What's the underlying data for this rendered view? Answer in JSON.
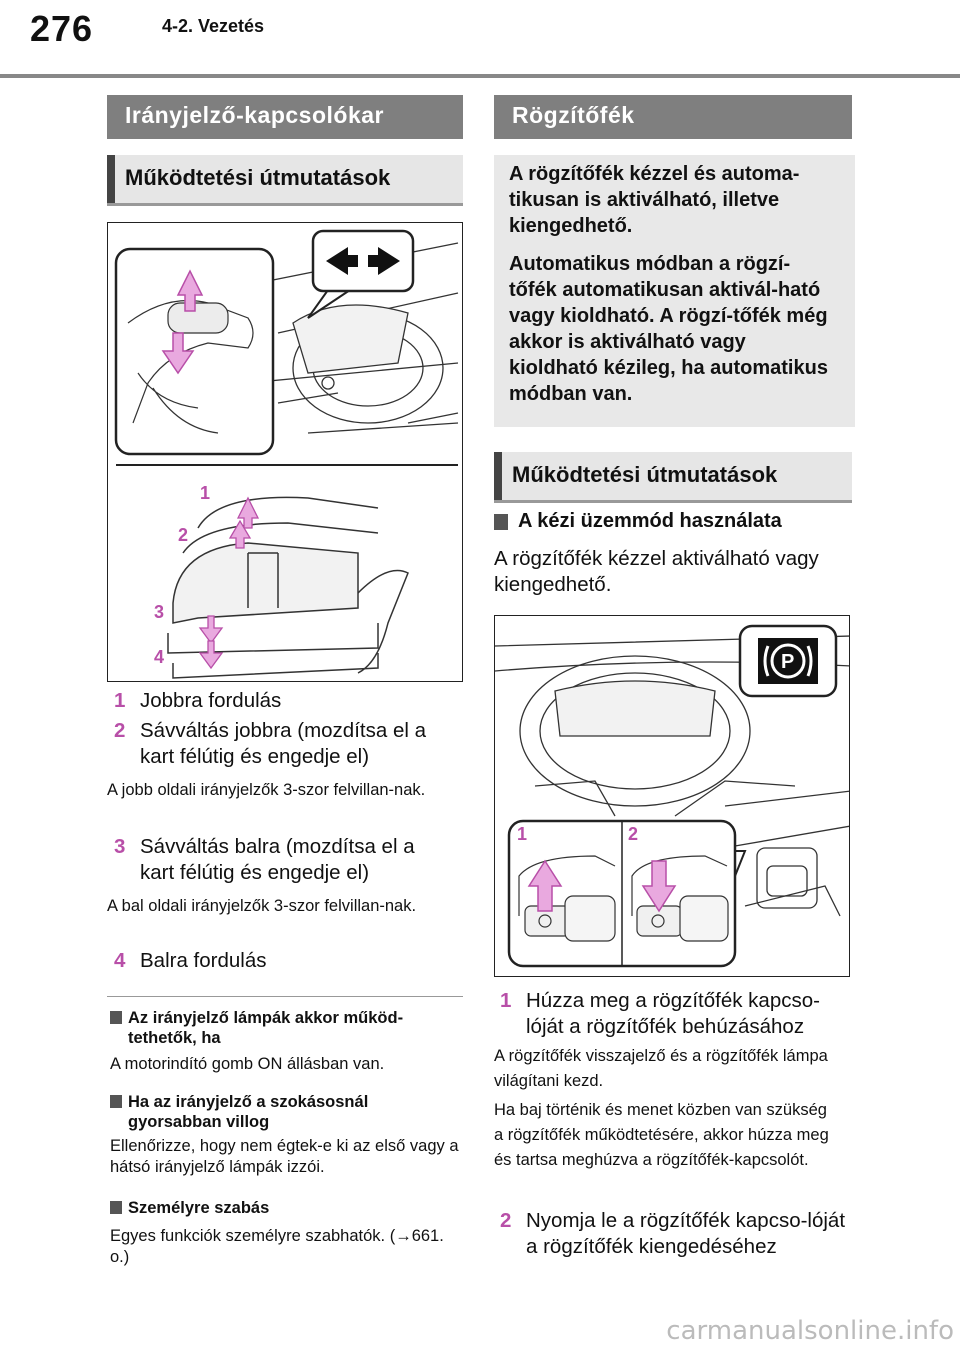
{
  "header": {
    "page_number": "276",
    "section": "4-2. Vezetés"
  },
  "left": {
    "band_title": "Irányjelző-kapcsolókar",
    "subhead": "Működtetési útmutatások",
    "figure_labels": [
      "1",
      "2",
      "3",
      "4"
    ],
    "steps": [
      {
        "num": "1",
        "text": "Jobbra fordulás"
      },
      {
        "num": "2",
        "text": "Sávváltás jobbra (mozdítsa el a kart félútig és engedje el)"
      },
      {
        "num": "3",
        "text": "Sávváltás balra (mozdítsa el a kart félútig és engedje el)"
      },
      {
        "num": "4",
        "text": "Balra fordulás"
      }
    ],
    "step2_note": "A jobb oldali irányjelzők 3-szor felvillan-nak.",
    "step3_note": "A bal oldali irányjelzők 3-szor felvillan-nak.",
    "notes": [
      {
        "title": "Az irányjelző lámpák akkor működ-tethetők, ha",
        "body": "A motorindító gomb ON állásban van."
      },
      {
        "title": "Ha az irányjelző a szokásosnál gyorsabban villog",
        "body": "Ellenőrizze, hogy nem égtek-e ki az első vagy a hátsó irányjelző lámpák izzói."
      },
      {
        "title": "Személyre szabás",
        "body": "Egyes funkciók személyre szabhatók. (→661. o.)"
      }
    ]
  },
  "right": {
    "band_title": "Rögzítőfék",
    "info_p1": "A rögzítőfék kézzel és automa-tikusan is aktiválható, illetve kiengedhető.",
    "info_p2": "Automatikus módban a rögzí-tőfék automatikusan aktivál-ható vagy kioldható. A rögzí-tőfék még akkor is aktiválható vagy kioldható kézileg, ha automatikus módban van.",
    "subhead": "Működtetési útmutatások",
    "manual_title": "A kézi üzemmód használata",
    "manual_body": "A rögzítőfék kézzel aktiválható vagy kiengedhető.",
    "figure_labels": [
      "1",
      "2"
    ],
    "steps": [
      {
        "num": "1",
        "text": "Húzza meg a rögzítőfék kapcso-lóját a rögzítőfék behúzásához"
      },
      {
        "num": "2",
        "text": "Nyomja le a rögzítőfék kapcso-lóját a rögzítőfék kiengedéséhez"
      }
    ],
    "step1_notes": [
      "A rögzítőfék visszajelző és a rögzítőfék lámpa világítani kezd.",
      "Ha baj történik és menet közben van szükség a rögzítőfék működtetésére, akkor húzza meg és tartsa meghúzva a rögzítőfék-kapcsolót."
    ]
  },
  "colors": {
    "accent": "#b84fa8",
    "arrow_fill": "#e9a9df",
    "band": "#7f7f7f"
  },
  "watermark": "carmanualsonline.info"
}
